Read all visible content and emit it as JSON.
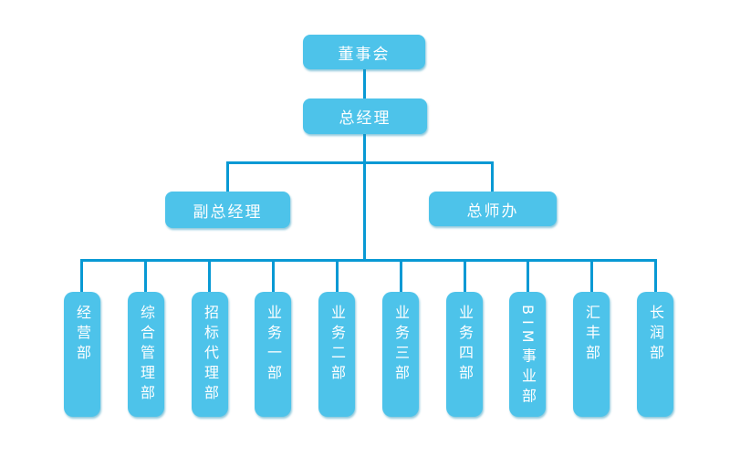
{
  "org": {
    "board": {
      "label": "董事会"
    },
    "general_manager": {
      "label": "总经理"
    },
    "deputy_general_manager": {
      "label": "副总经理"
    },
    "chief_engineer_office": {
      "label": "总师办"
    },
    "departments": [
      {
        "label": "经营部"
      },
      {
        "label": "综合管理部"
      },
      {
        "label": "招标代理部"
      },
      {
        "label": "业务一部"
      },
      {
        "label": "业务二部"
      },
      {
        "label": "业务三部"
      },
      {
        "label": "业务四部"
      },
      {
        "label": "BIM事业部"
      },
      {
        "label": "汇丰部"
      },
      {
        "label": "长润部"
      }
    ]
  },
  "colors": {
    "box_fill": "#4DC3EA",
    "line": "#0899D4",
    "text": "#FFFFFF",
    "background": "#FFFFFF",
    "box_shadow": "rgba(31,148,186,0.5)"
  }
}
